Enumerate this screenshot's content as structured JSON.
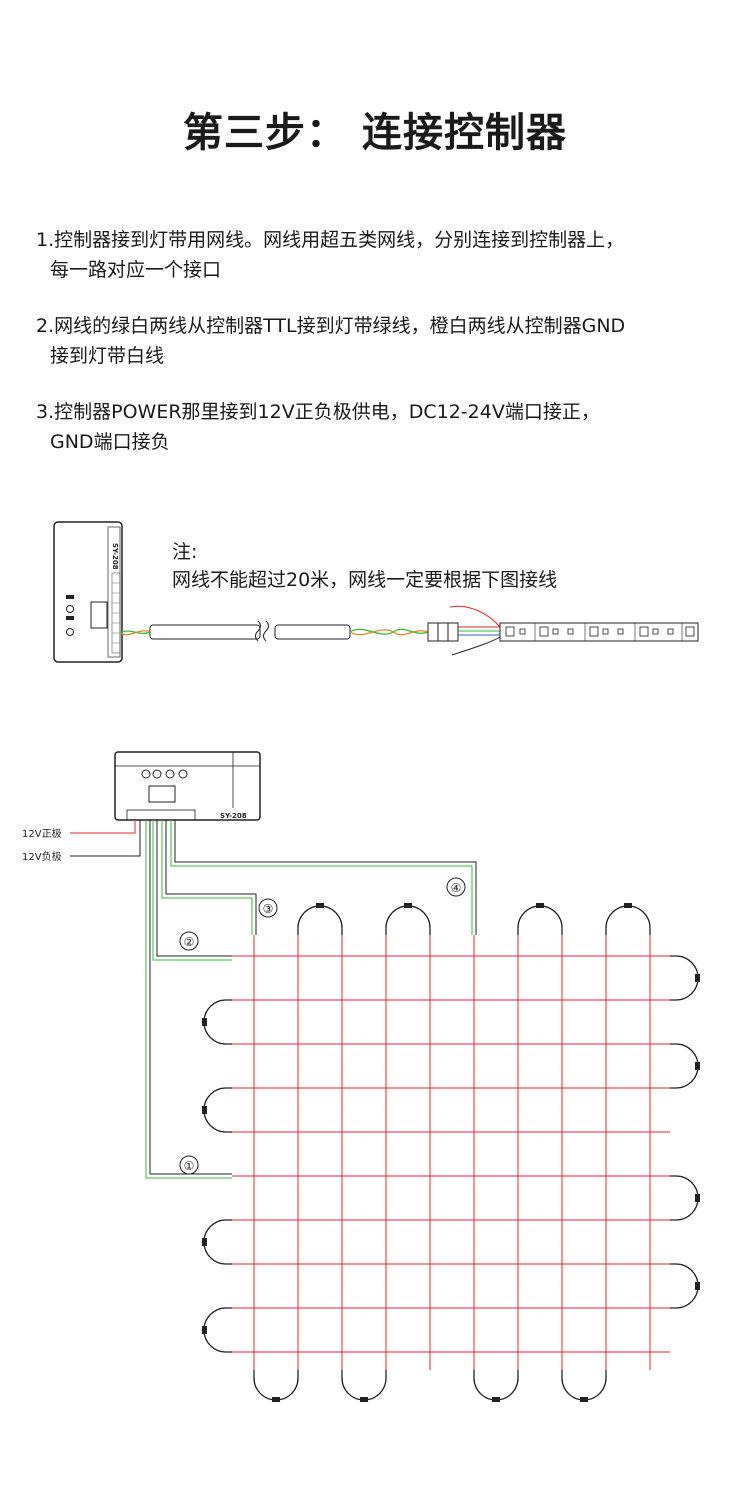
{
  "title": "第三步： 连接控制器",
  "steps": [
    {
      "line1": "1.控制器接到灯带用网线。网线用超五类网线，分别连接到控制器上，",
      "line2": "每一路对应一个接口"
    },
    {
      "line1": "2.网线的绿白两线从控制器TTL接到灯带绿线，橙白两线从控制器GND",
      "line2": "接到灯带白线"
    },
    {
      "line1": "3.控制器POWER那里接到12V正负极供电，DC12-24V端口接正，",
      "line2": "GND端口接负"
    }
  ],
  "note": {
    "heading": "注:",
    "text": "网线不能超过20米，网线一定要根据下图接线"
  },
  "diagram1": {
    "controller_label": "SY-208"
  },
  "diagram2": {
    "controller_label": "SY-208",
    "power_positive_label": "12V正极",
    "power_negative_label": "12V负极",
    "port_markers": [
      "①",
      "②",
      "③",
      "④"
    ],
    "colors": {
      "strip": "#e8262b",
      "signal": "#2fbf3a",
      "outline": "#222222"
    }
  }
}
